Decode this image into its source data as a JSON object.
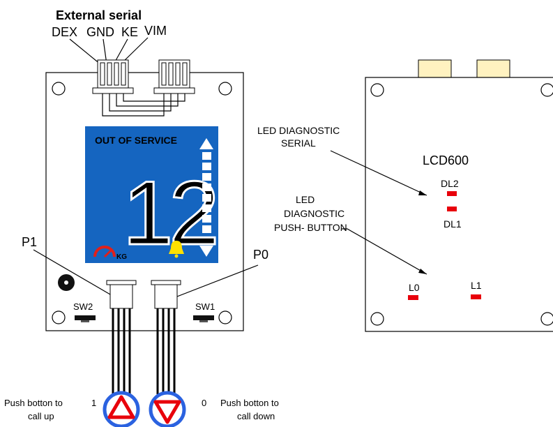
{
  "serial": {
    "title": "External serial",
    "pins": [
      "DEX",
      "GND",
      "KE",
      "VIM"
    ]
  },
  "display": {
    "status_text": "OUT OF SERVICE",
    "floor_number": "12",
    "kg_label": "KG",
    "background_color": "#1565c0",
    "text_color": "#ffffff",
    "bell_color": "#ffe000",
    "gauge_color": "#e0201a"
  },
  "left_board": {
    "connector_p1": "P1",
    "connector_p0": "P0",
    "switch_2": "SW2",
    "switch_1": "SW1"
  },
  "buttons": {
    "up": {
      "number": "1",
      "caption_line1": "Push botton to",
      "caption_line2": "call up"
    },
    "down": {
      "number": "0",
      "caption_line1": "Push botton to",
      "caption_line2": "call down"
    },
    "ring_color": "#2b62e0",
    "arrow_color": "#e8000b"
  },
  "right_board": {
    "model": "LCD600",
    "serial_led_label_line1": "LED DIAGNOSTIC",
    "serial_led_label_line2": "SERIAL",
    "button_led_label_line1": "LED",
    "button_led_label_line2": "DIAGNOSTIC",
    "button_led_label_line3": "PUSH- BUTTON",
    "leds": [
      "DL2",
      "DL1",
      "L0",
      "L1"
    ],
    "led_color": "#e8000b"
  }
}
